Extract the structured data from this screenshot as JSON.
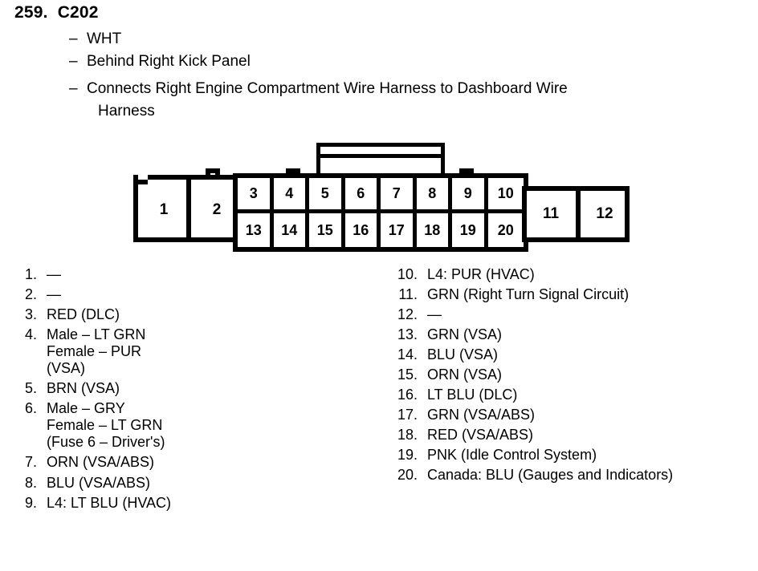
{
  "header": {
    "entry_number": "259.",
    "connector_id": "C202",
    "attributes": [
      {
        "dash": "–",
        "text": "WHT"
      },
      {
        "dash": "–",
        "text": "Behind Right Kick Panel"
      },
      {
        "dash": "–",
        "text": "Connects Right Engine Compartment Wire Harness to Dashboard Wire"
      }
    ],
    "attribute_continuation": "Harness"
  },
  "connector": {
    "left_block_pins": [
      "1",
      "2"
    ],
    "grid_top_row": [
      "3",
      "4",
      "5",
      "6",
      "7",
      "8",
      "9",
      "10"
    ],
    "grid_bottom_row": [
      "13",
      "14",
      "15",
      "16",
      "17",
      "18",
      "19",
      "20"
    ],
    "right_block_pins": [
      "11",
      "12"
    ],
    "outline_color": "#000000",
    "fill_color": "#ffffff"
  },
  "pin_list": {
    "left_column": [
      {
        "num": "1.",
        "desc": "—"
      },
      {
        "num": "2.",
        "desc": "—"
      },
      {
        "num": "3.",
        "desc": "RED (DLC)"
      },
      {
        "num": "4.",
        "desc": "Male – LT GRN\nFemale – PUR\n(VSA)"
      },
      {
        "num": "5.",
        "desc": "BRN (VSA)"
      },
      {
        "num": "6.",
        "desc": "Male – GRY\nFemale – LT GRN\n(Fuse 6 – Driver's)"
      },
      {
        "num": "7.",
        "desc": "ORN (VSA/ABS)"
      },
      {
        "num": "8.",
        "desc": "BLU (VSA/ABS)"
      },
      {
        "num": "9.",
        "desc": "L4: LT BLU (HVAC)"
      }
    ],
    "right_column": [
      {
        "num": "10.",
        "desc": "L4: PUR (HVAC)"
      },
      {
        "num": "11.",
        "desc": "GRN (Right Turn Signal Circuit)"
      },
      {
        "num": "12.",
        "desc": "—"
      },
      {
        "num": "13.",
        "desc": "GRN (VSA)"
      },
      {
        "num": "14.",
        "desc": "BLU (VSA)"
      },
      {
        "num": "15.",
        "desc": "ORN (VSA)"
      },
      {
        "num": "16.",
        "desc": "LT BLU (DLC)"
      },
      {
        "num": "17.",
        "desc": "GRN (VSA/ABS)"
      },
      {
        "num": "18.",
        "desc": "RED (VSA/ABS)"
      },
      {
        "num": "19.",
        "desc": "PNK (Idle Control System)"
      },
      {
        "num": "20.",
        "desc": "Canada: BLU (Gauges and Indicators)"
      }
    ]
  }
}
